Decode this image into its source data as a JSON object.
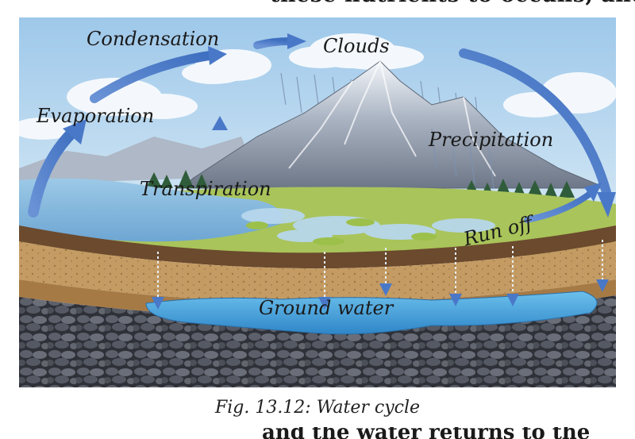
{
  "page": {
    "top_partial_text": "these nutrients to oceans, and",
    "caption": "Fig. 13.12: Water cycle",
    "bottom_partial_text": "and the water returns to the"
  },
  "diagram": {
    "labels": {
      "condensation": "Condensation",
      "clouds": "Clouds",
      "evaporation": "Evaporation",
      "precipitation": "Precipitation",
      "transpiration": "Transpiration",
      "run_off": "Run off",
      "ground_water": "Ground water"
    },
    "colors": {
      "sky": "#bcd9ee",
      "arrow": "#5a86cf",
      "water": "#7fb6df",
      "ground_water": "#4aa3df",
      "soil_top": "#6b4a2e",
      "soil_mid": "#c39a63",
      "rock": "#3a3d45"
    }
  }
}
